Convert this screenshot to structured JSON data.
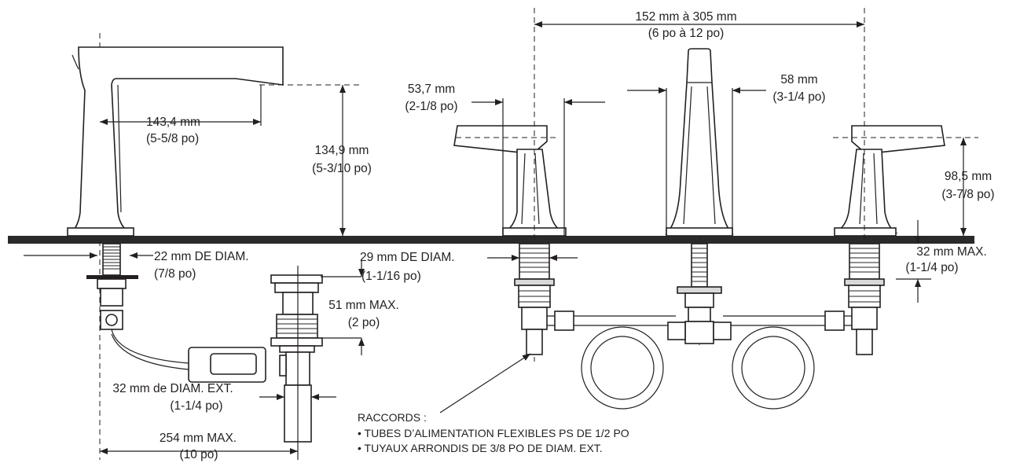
{
  "labels": {
    "spread_mm": "152 mm à 305 mm",
    "spread_po": "(6 po à 12 po)",
    "spout_reach_mm": "143,4 mm",
    "spout_reach_po": "(5-5/8 po)",
    "spout_height_mm": "134,9 mm",
    "spout_height_po": "(5-3/10 po)",
    "handle_width_mm": "53,7 mm",
    "handle_width_po": "(2-1/8 po)",
    "spout_base_mm": "58 mm",
    "spout_base_po": "(3-1/4 po)",
    "handle_height_mm": "98,5 mm",
    "handle_height_po": "(3-7/8 po)",
    "deck_max_mm": "32 mm MAX.",
    "deck_max_po": "(1-1/4 po)",
    "shank_left_mm": "22 mm DE DIAM.",
    "shank_left_po": "(7/8 po)",
    "shank_right_mm": "29 mm DE DIAM.",
    "shank_right_po": "(1-1/16 po)",
    "drain_max_mm": "51 mm MAX.",
    "drain_max_po": "(2 po)",
    "tail_od_mm": "32 mm de DIAM. EXT.",
    "tail_od_po": "(1-1/4 po)",
    "reach_max_mm": "254 mm MAX.",
    "reach_max_po": "(10 po)",
    "fittings_title": "RACCORDS :",
    "fittings_line1": "• TUBES D’ALIMENTATION FLEXIBLES PS DE 1/2 PO",
    "fittings_line2": "• TUYAUX ARRONDIS DE 3/8 PO DE DIAM. EXT."
  }
}
